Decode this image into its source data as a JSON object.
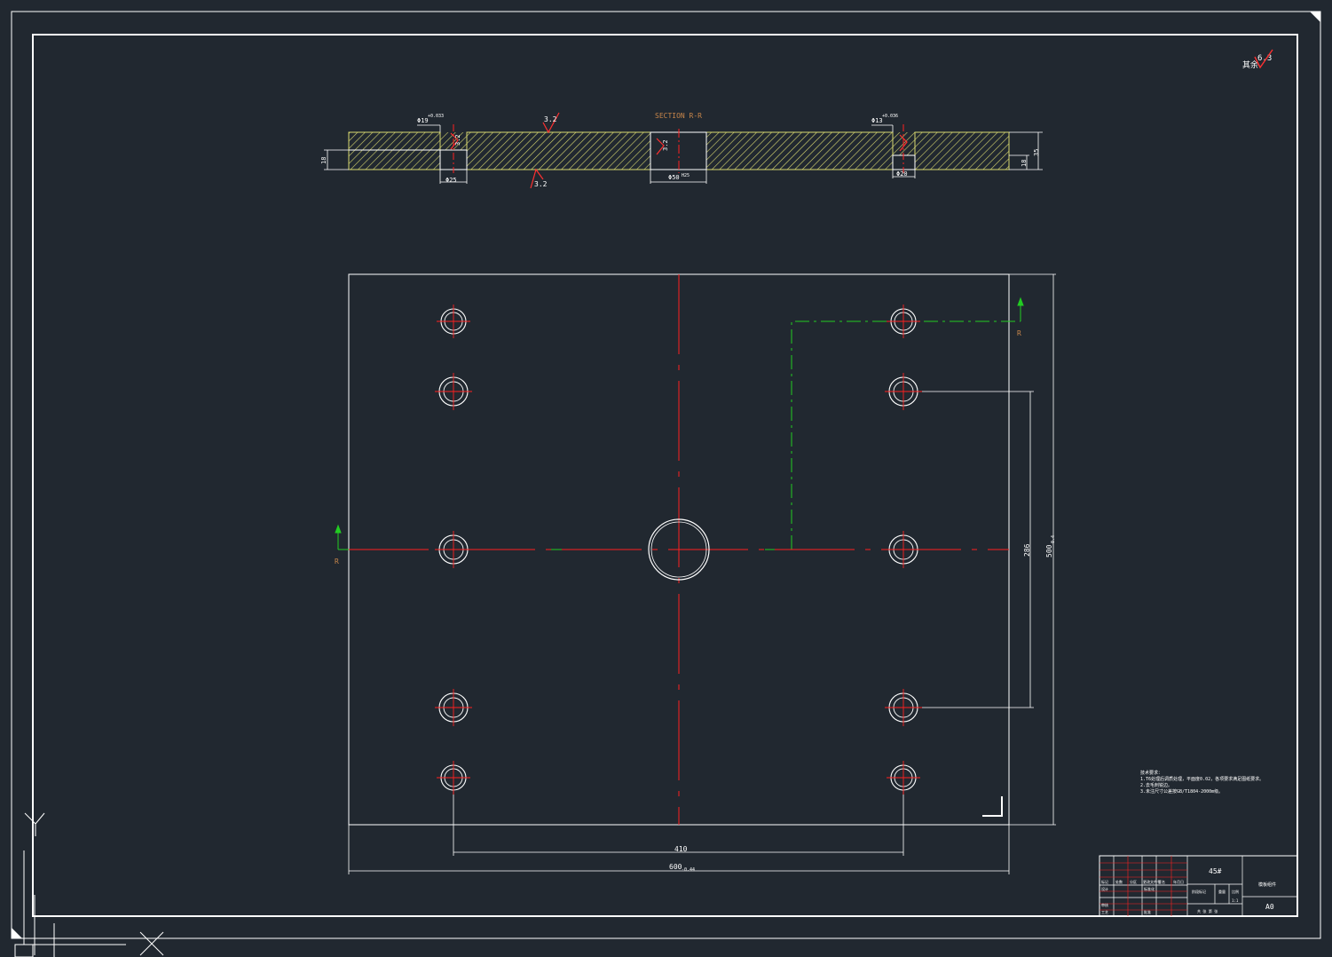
{
  "drawing": {
    "section_title": "SECTION R-R",
    "section_marker": "R",
    "roughness_general": "6.3",
    "roughness_general_prefix": "其余",
    "roughness_values": [
      "3.2",
      "3.2",
      "3.2",
      "3.2"
    ],
    "section_dims": {
      "cbore_left": "Φ19",
      "cbore_left_tol": "+0.033",
      "hole_left": "Φ25",
      "cbore_right": "Φ13",
      "cbore_right_tol": "+0.036",
      "hole_right": "Φ20",
      "center_hole": "Φ50",
      "center_hole_tol": "H25",
      "thickness_total": "35",
      "step_left": "18",
      "step_right": "18"
    },
    "plan_dims": {
      "hole_spacing_x": "410",
      "width": "600",
      "width_tol": "-0.44",
      "hole_spacing_y": "286",
      "height": "500",
      "height_tol": "-0.4"
    },
    "notes": [
      "技术要求：",
      "1.T6处理后调质处理，平面度0.02，各项要求满足图纸要求。",
      "2.去毛刺锐边。",
      "3.未注尺寸公差按GB/T1804-2000m级。"
    ]
  },
  "title_block": {
    "material": "45#",
    "part_name": "模板组件",
    "drawing_no": "A0",
    "scale_label": "比例",
    "scale_value": "1:1",
    "mass_label": "重量",
    "sheet_label": "共 张 第 张",
    "header_cells": [
      "标记",
      "处数",
      "分区",
      "更改文件号",
      "签名",
      "年月日"
    ],
    "row_labels": [
      "设计",
      "审核",
      "工艺",
      "批准"
    ],
    "sub_labels": [
      "标准化",
      "阶段标记"
    ]
  },
  "colors": {
    "background": "#212830",
    "line": "#ffffff",
    "centerline": "#ff2020",
    "cutting_plane": "#22cc22",
    "hatch": "#d8d870",
    "section_title": "#c8864a"
  }
}
